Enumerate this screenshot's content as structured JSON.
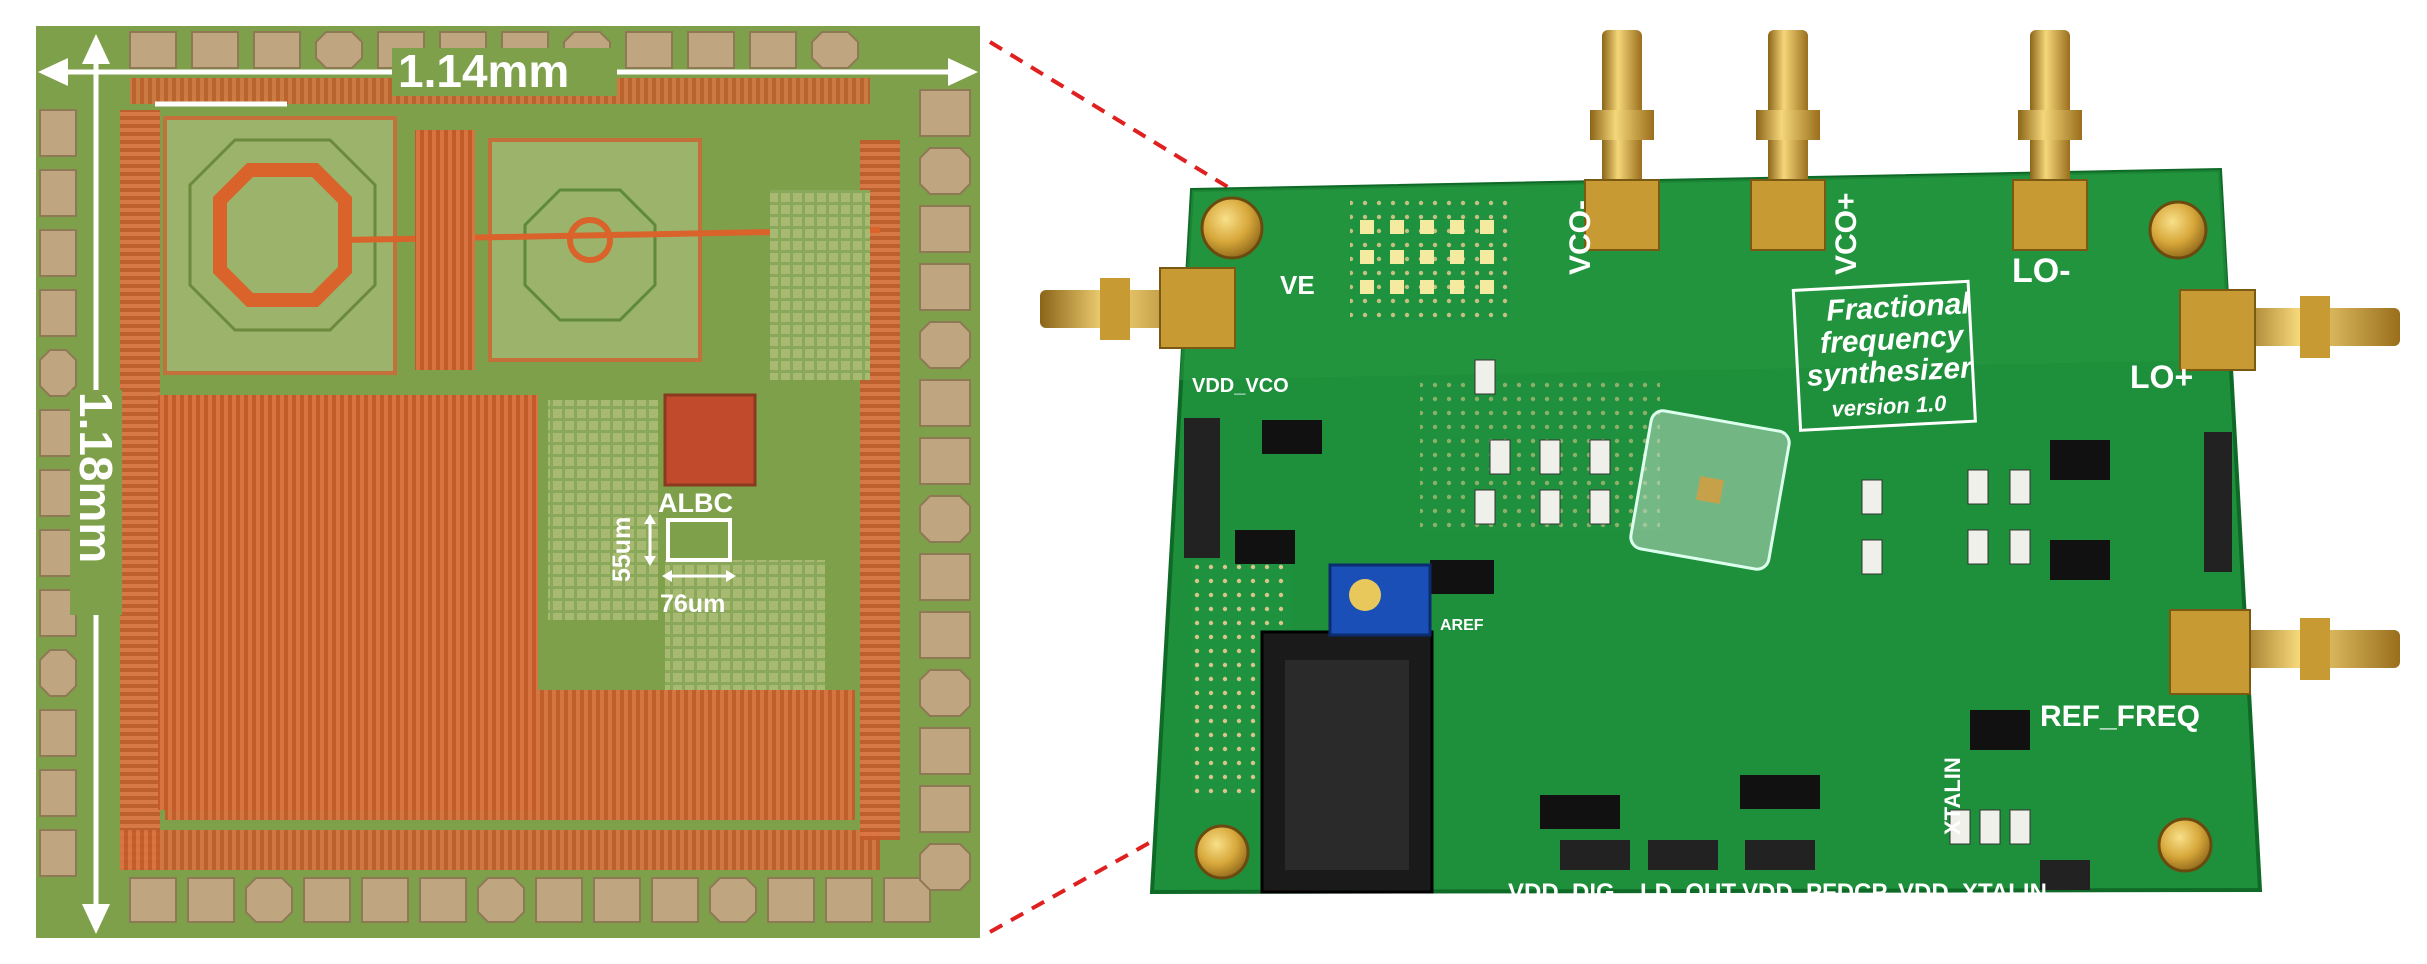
{
  "die": {
    "width_label": "1.14mm",
    "height_label": "1.18mm",
    "block_label": "ALBC",
    "block_height_label": "55um",
    "block_width_label": "76um"
  },
  "board": {
    "title_lines": [
      "Fractional",
      "frequency",
      "synthesizer"
    ],
    "version": "version 1.0",
    "connectors": [
      "VCO-",
      "VCO+",
      "LO-",
      "LO+",
      "REF_FREQ"
    ],
    "rails": [
      "VDD_DIG",
      "LD_OUT",
      "VDD_PFDCP",
      "VDD_XTALIN"
    ],
    "misc": [
      "VDD_VCO",
      "XTALIN",
      "AREF",
      "VE"
    ]
  },
  "colors": {
    "die_bg": "#7fa04a",
    "die_border": "#6f9a3c",
    "pad": "#bfa680",
    "metal": "#e0622a",
    "pcb": "#1e8f3a",
    "pcb_dark": "#0f6a27",
    "gold": "#d7a73a",
    "callout": "#e01f1f"
  }
}
